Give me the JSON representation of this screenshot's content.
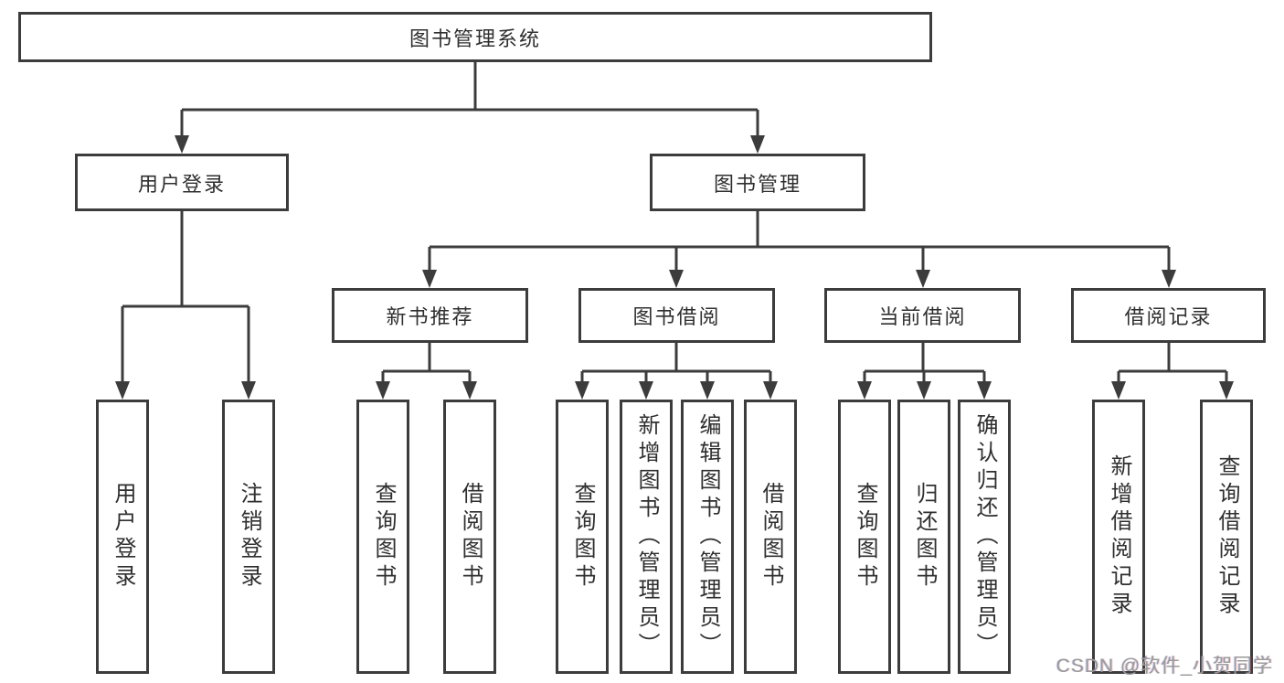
{
  "colors": {
    "line": "#3c3c3c",
    "box_border": "#3c3c3c",
    "box_background": "#ffffff",
    "text": "#2f2f2f",
    "watermark": "#9a9a9a"
  },
  "tree": {
    "root": {
      "label": "图书管理系统",
      "children": [
        {
          "label": "用户登录",
          "children": [
            {
              "label": "用户登录"
            },
            {
              "label": "注销登录"
            }
          ]
        },
        {
          "label": "图书管理",
          "children": [
            {
              "label": "新书推荐",
              "children": [
                {
                  "label": "查询图书"
                },
                {
                  "label": "借阅图书"
                }
              ]
            },
            {
              "label": "图书借阅",
              "children": [
                {
                  "label": "查询图书"
                },
                {
                  "label": "新增图书（管理员）"
                },
                {
                  "label": "编辑图书（管理员）"
                },
                {
                  "label": "借阅图书"
                }
              ]
            },
            {
              "label": "当前借阅",
              "children": [
                {
                  "label": "查询图书"
                },
                {
                  "label": "归还图书"
                },
                {
                  "label": "确认归还（管理员）"
                }
              ]
            },
            {
              "label": "借阅记录",
              "children": [
                {
                  "label": "新增借阅记录"
                },
                {
                  "label": "查询借阅记录"
                }
              ]
            }
          ]
        }
      ]
    }
  },
  "watermark": {
    "text": "CSDN @软件_小贺同学"
  }
}
